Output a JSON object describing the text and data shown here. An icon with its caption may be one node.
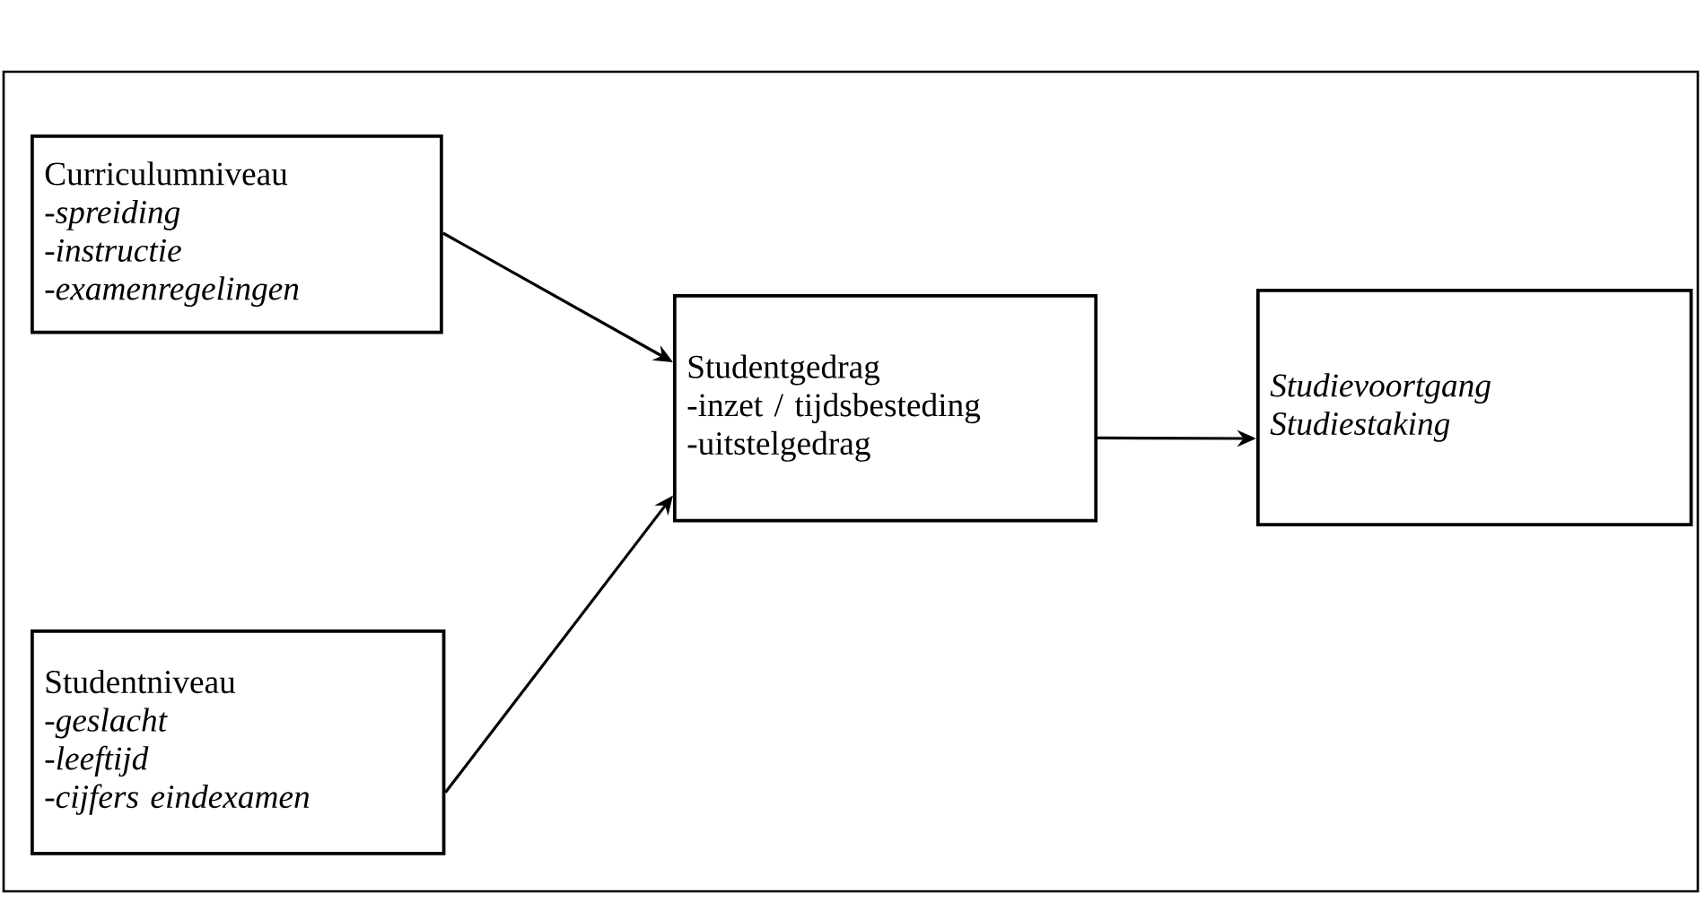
{
  "diagram": {
    "nodes": [
      {
        "text": [
          "Curriculumniveau",
          "-spreiding",
          "-instructie",
          "-examenregelingen"
        ]
      },
      {
        "text": [
          "Studentniveau",
          "-geslacht",
          "-leeftijd",
          "-cijfers eindexamen"
        ]
      },
      {
        "text": [
          "Studentgedrag",
          "-inzet / tijdsbesteding",
          "-uitstelgedrag"
        ]
      },
      {
        "text": [
          "Studievoortgang",
          "Studiestaking"
        ]
      }
    ],
    "edges": [
      {
        "from": 0,
        "to": 2,
        "arrow": "to"
      },
      {
        "from": 1,
        "to": 2,
        "arrow": "to"
      },
      {
        "from": 2,
        "to": 3,
        "arrow": "to"
      }
    ]
  }
}
